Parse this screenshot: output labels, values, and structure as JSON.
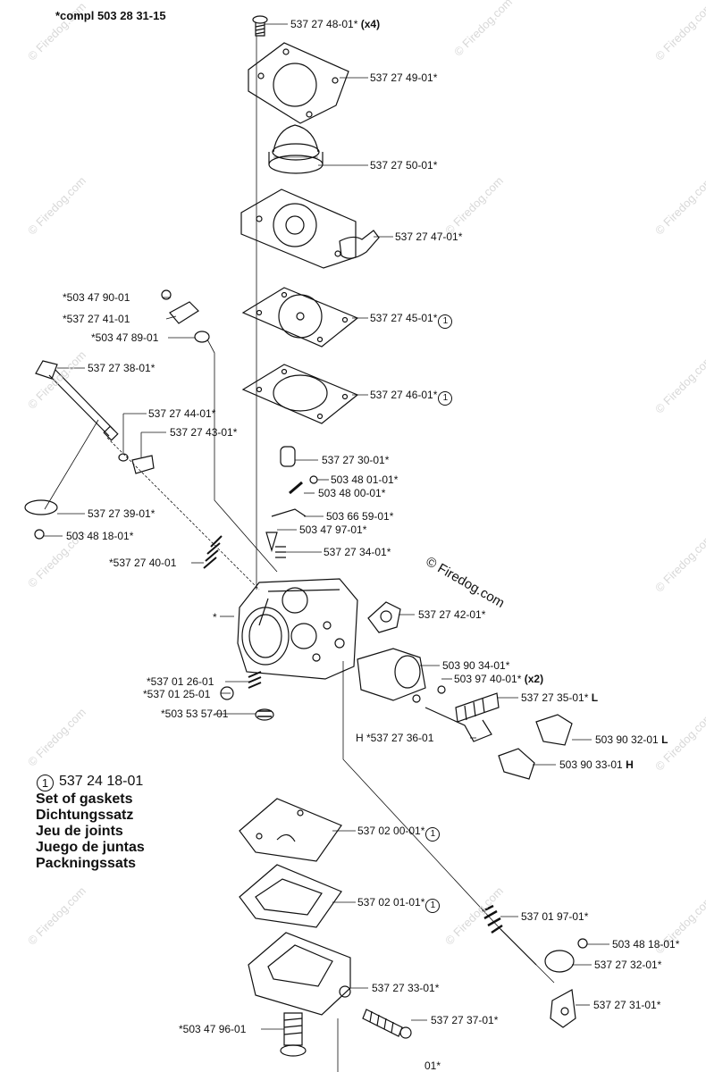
{
  "header": {
    "compl_text": "*compl 503 28 31-15"
  },
  "copyright": "© Firedog.com",
  "watermark": "© Firedog.com",
  "legend": {
    "circle_number": "1",
    "part_number": "537 24 18-01",
    "lines": [
      "Set of gaskets",
      "Dichtungssatz",
      "Jeu de joints",
      "Juego de juntas",
      "Packningssats"
    ]
  },
  "callouts": [
    {
      "text": "537 27 48-01*",
      "suffix": " (x4)",
      "circle": ""
    },
    {
      "text": "537 27 49-01*",
      "suffix": "",
      "circle": ""
    },
    {
      "text": "537 27 50-01*",
      "suffix": "",
      "circle": ""
    },
    {
      "text": "537 27 47-01*",
      "suffix": "",
      "circle": ""
    },
    {
      "text": "537 27 45-01*",
      "suffix": "",
      "circle": "1"
    },
    {
      "text": "537 27 46-01*",
      "suffix": "",
      "circle": "1"
    },
    {
      "text": "*503 47 90-01",
      "suffix": "",
      "circle": ""
    },
    {
      "text": "*537 27 41-01",
      "suffix": "",
      "circle": ""
    },
    {
      "text": "*503 47 89-01",
      "suffix": "",
      "circle": ""
    },
    {
      "text": "537 27 38-01*",
      "suffix": "",
      "circle": ""
    },
    {
      "text": "537 27 44-01*",
      "suffix": "",
      "circle": ""
    },
    {
      "text": "537 27 43-01*",
      "suffix": "",
      "circle": ""
    },
    {
      "text": "537 27 30-01*",
      "suffix": "",
      "circle": ""
    },
    {
      "text": "503 48 01-01*",
      "suffix": "",
      "circle": ""
    },
    {
      "text": "503 48 00-01*",
      "suffix": "",
      "circle": ""
    },
    {
      "text": "503 66 59-01*",
      "suffix": "",
      "circle": ""
    },
    {
      "text": "537 27 39-01*",
      "suffix": "",
      "circle": ""
    },
    {
      "text": "503 48 18-01*",
      "suffix": "",
      "circle": ""
    },
    {
      "text": "503 47 97-01*",
      "suffix": "",
      "circle": ""
    },
    {
      "text": "537 27 34-01*",
      "suffix": "",
      "circle": ""
    },
    {
      "text": "*537 27 40-01",
      "suffix": "",
      "circle": ""
    },
    {
      "text": "537 27 42-01*",
      "suffix": "",
      "circle": ""
    },
    {
      "text": "*",
      "suffix": "",
      "circle": ""
    },
    {
      "text": "503 90 34-01*",
      "suffix": "",
      "circle": ""
    },
    {
      "text": "503 97 40-01*",
      "suffix": " (x2)",
      "circle": ""
    },
    {
      "text": "*537 01 26-01",
      "suffix": "",
      "circle": ""
    },
    {
      "text": "*537 01 25-01",
      "suffix": "",
      "circle": ""
    },
    {
      "text": "537 27 35-01*",
      "suffix": " L",
      "circle": ""
    },
    {
      "text": "*503 53 57-01",
      "suffix": "",
      "circle": ""
    },
    {
      "text": "H *537 27 36-01",
      "suffix": "",
      "circle": ""
    },
    {
      "text": "503 90 32-01",
      "suffix": " L",
      "circle": ""
    },
    {
      "text": "503 90 33-01",
      "suffix": " H",
      "circle": ""
    },
    {
      "text": "537 02 00-01*",
      "suffix": "",
      "circle": "1"
    },
    {
      "text": "537 02 01-01*",
      "suffix": "",
      "circle": "1"
    },
    {
      "text": "537 01 97-01*",
      "suffix": "",
      "circle": ""
    },
    {
      "text": "503 48 18-01*",
      "suffix": "",
      "circle": ""
    },
    {
      "text": "537 27 32-01*",
      "suffix": "",
      "circle": ""
    },
    {
      "text": "537 27 33-01*",
      "suffix": "",
      "circle": ""
    },
    {
      "text": "537 27 31-01*",
      "suffix": "",
      "circle": ""
    },
    {
      "text": "*503 47 96-01",
      "suffix": "",
      "circle": ""
    },
    {
      "text": "537 27 37-01*",
      "suffix": "",
      "circle": ""
    },
    {
      "text": "01*",
      "suffix": "",
      "circle": ""
    }
  ]
}
